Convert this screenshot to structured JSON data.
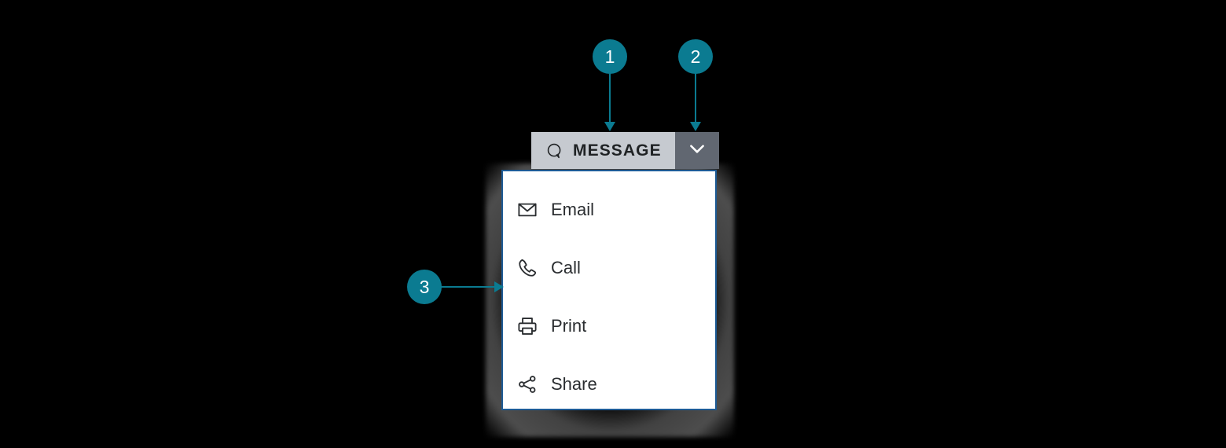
{
  "theme": {
    "background": "#000000",
    "accent_teal": "#0b7b91",
    "button_face": "#c6cad0",
    "button_toggle": "#616771",
    "panel_border": "#1d5b96",
    "panel_background": "#ffffff",
    "text_dark": "#1f2224",
    "menu_text": "#2a2d30"
  },
  "callouts": [
    {
      "number": "1",
      "target": "split-button-main",
      "direction": "down"
    },
    {
      "number": "2",
      "target": "split-button-toggle",
      "direction": "down"
    },
    {
      "number": "3",
      "target": "dropdown-panel",
      "direction": "right"
    }
  ],
  "split_button": {
    "label": "MESSAGE",
    "icon": "speech-bubble-icon",
    "toggle_icon": "chevron-down-icon",
    "expanded": "true"
  },
  "dropdown": {
    "items": [
      {
        "label": "Email",
        "icon": "envelope-icon"
      },
      {
        "label": "Call",
        "icon": "phone-icon"
      },
      {
        "label": "Print",
        "icon": "printer-icon"
      },
      {
        "label": "Share",
        "icon": "share-icon"
      }
    ]
  }
}
